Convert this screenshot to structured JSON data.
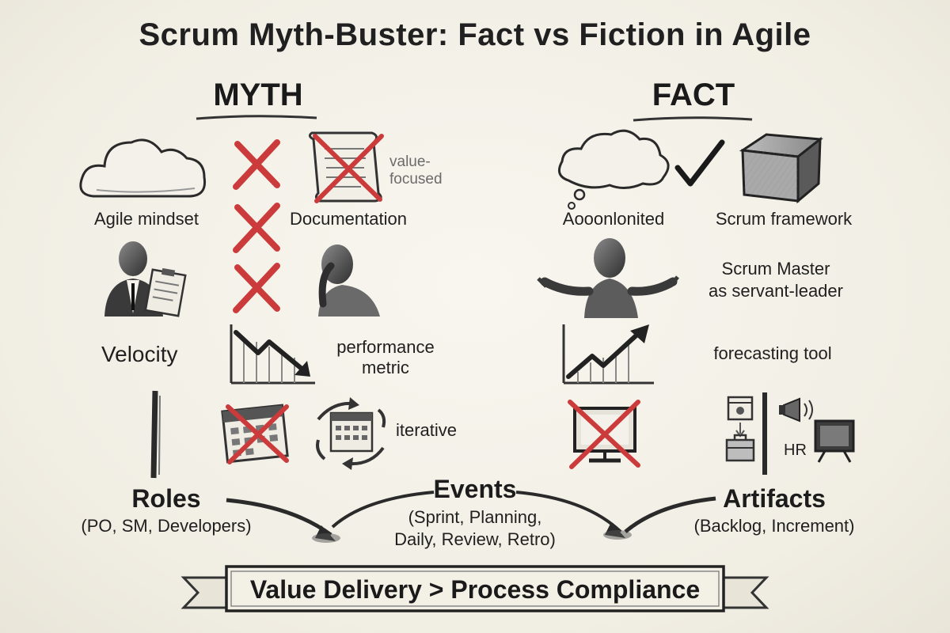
{
  "title": "Scrum Myth-Buster: Fact vs Fiction in Agile",
  "headings": {
    "myth": "MYTH",
    "fact": "FACT"
  },
  "myth": {
    "agile_mindset": "Agile mindset",
    "documentation": "Documentation",
    "value_note": "value-\nfocused",
    "velocity": "Velocity",
    "performance_metric": "performance\nmetric",
    "iterative": "iterative"
  },
  "fact": {
    "accomplished": "Aooonlonited",
    "scrum_framework": "Scrum framework",
    "scrum_master": "Scrum Master\nas servant-leader",
    "forecasting_tool": "forecasting tool",
    "hr": "HR"
  },
  "pillars": {
    "roles": {
      "title": "Roles",
      "detail": "(PO, SM, Developers)"
    },
    "events": {
      "title": "Events",
      "detail": "(Sprint, Planning,\nDaily, Review, Retro)"
    },
    "artifacts": {
      "title": "Artifacts",
      "detail": "(Backlog, Increment)"
    }
  },
  "banner": "Value Delivery > Process Compliance",
  "colors": {
    "cross": "#cc3b3b",
    "ink": "#1c1c1c",
    "paper": "#f4f1e8",
    "pencil": "#555555"
  },
  "icons": [
    "cloud-icon",
    "cross-icon",
    "scroll-icon",
    "thought-cloud-icon",
    "check-icon",
    "cube-icon",
    "manager-clipboard-icon",
    "frustrated-person-icon",
    "open-arms-person-icon",
    "declining-chart-icon",
    "rising-chart-icon",
    "crossed-calendar-icon",
    "cycle-calendar-icon",
    "crossed-monitor-icon",
    "window-icon",
    "briefcase-icon",
    "megaphone-icon",
    "presentation-screen-icon",
    "pillar-icon",
    "curved-arrow-icon",
    "ribbon-banner-icon"
  ]
}
